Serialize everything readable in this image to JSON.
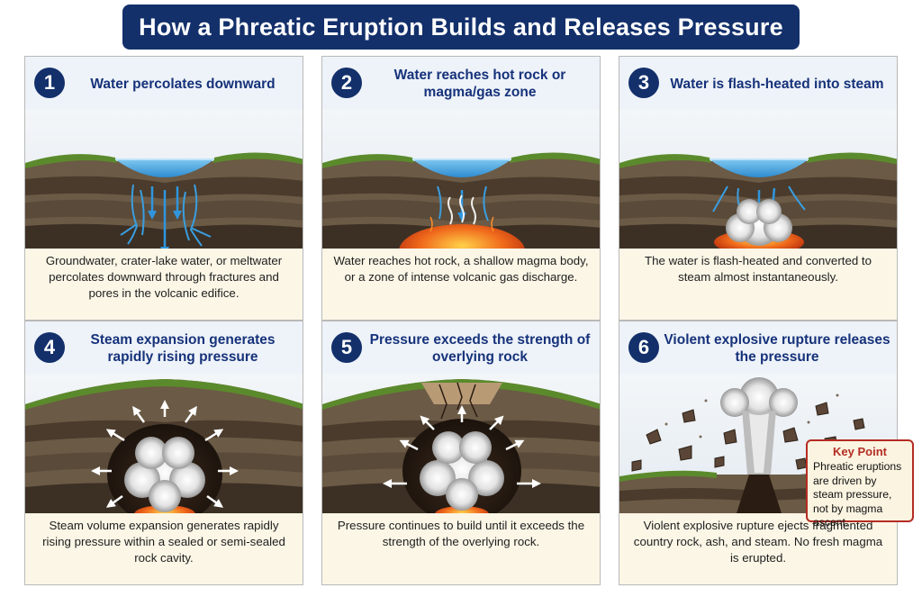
{
  "title": "How a Phreatic Eruption Builds and Releases Pressure",
  "panels": [
    {
      "number": "1",
      "title": "Water percolates downward",
      "description": "Groundwater, crater-lake water, or meltwater percolates downward through fractures and pores in the volcanic edifice."
    },
    {
      "number": "2",
      "title": "Water reaches hot rock or magma/gas zone",
      "description": "Water reaches hot rock, a shallow magma body, or a zone of intense volcanic gas discharge."
    },
    {
      "number": "3",
      "title": "Water is flash-heated into steam",
      "description": "The water is flash-heated and converted to steam almost instantaneously."
    },
    {
      "number": "4",
      "title": "Steam expansion generates rapidly rising pressure",
      "description": "Steam volume expansion generates rapidly rising pressure within a sealed or semi-sealed rock cavity."
    },
    {
      "number": "5",
      "title": "Pressure exceeds the strength of overlying rock",
      "description": "Pressure continues to build until it exceeds the strength of the overlying rock."
    },
    {
      "number": "6",
      "title": "Violent explosive rupture releases the pressure",
      "description": "Violent explosive rupture ejects fragmented country rock, ash, and steam. No fresh magma is erupted."
    }
  ],
  "key_point": {
    "title": "Key Point",
    "text": "Phreatic eruptions are driven by steam pressure, not by magma ascent."
  },
  "colors": {
    "title_bar": "#13306b",
    "heading_text": "#16327a",
    "caption_bg": "#fbf6e6",
    "key_point_border": "#b42c22",
    "water": "#3a9ee0",
    "magma": "#e8561a"
  }
}
